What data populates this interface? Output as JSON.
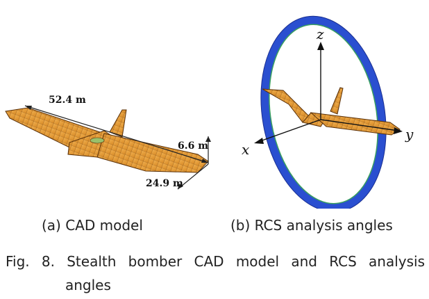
{
  "panel_a": {
    "dimensions": {
      "span": "52.4 m",
      "height": "6.6 m",
      "length": "24.9 m"
    }
  },
  "panel_b": {
    "axes": {
      "z": "z",
      "x": "x",
      "y": "y"
    }
  },
  "subcaptions": {
    "a": "(a) CAD model",
    "b": "(b) RCS analysis angles"
  },
  "caption": {
    "line1": "Fig. 8. Stealth bomber CAD model and RCS analysis",
    "line2": "angles"
  },
  "colors": {
    "wing": "#e8a03a",
    "mesh": "#6a3a10",
    "ring_blue": "#2a4fd0",
    "ring_green": "#3aa060"
  }
}
